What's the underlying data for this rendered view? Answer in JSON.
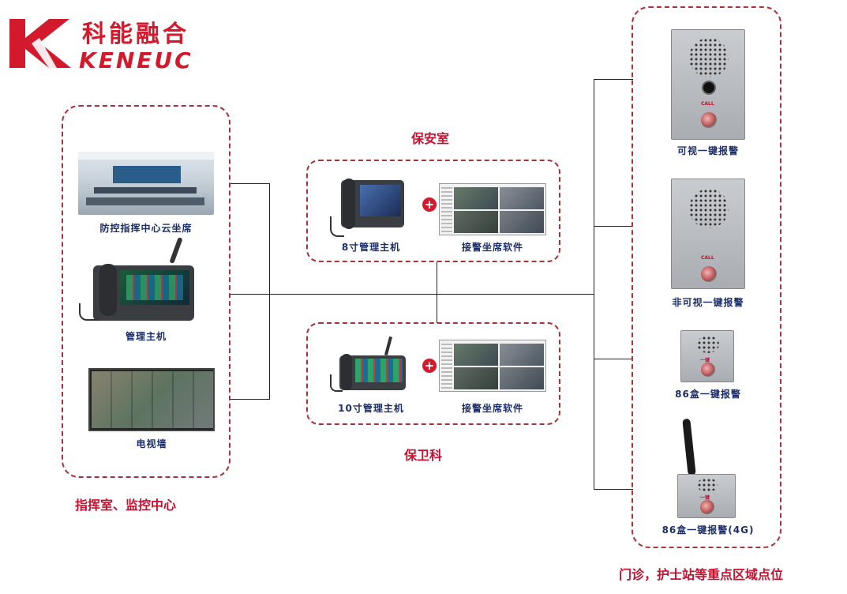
{
  "logo": {
    "name_cn": "科能融合",
    "name_en": "KENEUC"
  },
  "left_group": {
    "title": "指挥室、监控中心",
    "items": [
      {
        "label": "防控指挥中心云坐席"
      },
      {
        "label": "管理主机"
      },
      {
        "label": "电视墙"
      }
    ]
  },
  "security_room": {
    "title": "保安室",
    "host_label": "8寸管理主机",
    "software_label": "接警坐席软件"
  },
  "security_dept": {
    "title": "保卫科",
    "host_label": "10寸管理主机",
    "software_label": "接警坐席软件"
  },
  "right_group": {
    "title": "门诊，护士站等重点区域点位",
    "devices": [
      {
        "label": "可视一键报警"
      },
      {
        "label": "非可视一键报警"
      },
      {
        "label": "86盒一键报警"
      },
      {
        "label": "86盒一键报警(4G)"
      }
    ]
  },
  "colors": {
    "accent_red": "#c8102e",
    "caption_blue": "#1b2e6b",
    "border_dashed": "#a8323a"
  }
}
